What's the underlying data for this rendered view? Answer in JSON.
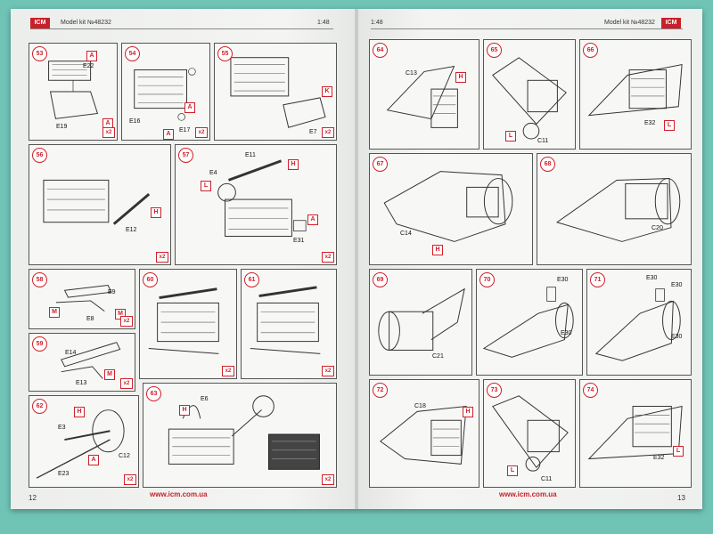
{
  "header": {
    "logo": "ICM",
    "model_kit": "Model kit №48232",
    "scale": "1:48"
  },
  "footer": {
    "url": "www.icm.com.ua"
  },
  "pages": {
    "left_number": "12",
    "right_number": "13"
  },
  "steps": {
    "s53": {
      "num": "53",
      "parts": [
        "E22",
        "E19"
      ],
      "tags": [
        "A",
        "A"
      ],
      "x2": "x2"
    },
    "s54": {
      "num": "54",
      "parts": [
        "E16",
        "E17"
      ],
      "tags": [
        "A",
        "A"
      ],
      "x2": "x2"
    },
    "s55": {
      "num": "55",
      "parts": [
        "E7"
      ],
      "tags": [
        "K"
      ],
      "x2": "x2"
    },
    "s56": {
      "num": "56",
      "parts": [
        "E12"
      ],
      "tags": [
        "H"
      ],
      "x2": "x2"
    },
    "s57": {
      "num": "57",
      "parts": [
        "E11",
        "E4",
        "E31"
      ],
      "tags": [
        "H",
        "L",
        "A"
      ],
      "x2": "x2"
    },
    "s58": {
      "num": "58",
      "parts": [
        "E9",
        "E8"
      ],
      "tags": [
        "M",
        "M"
      ],
      "x2": "x2"
    },
    "s59": {
      "num": "59",
      "parts": [
        "E14",
        "E13"
      ],
      "tags": [
        "M"
      ],
      "x2": "x2"
    },
    "s60": {
      "num": "60",
      "x2": "x2"
    },
    "s61": {
      "num": "61",
      "x2": "x2"
    },
    "s62": {
      "num": "62",
      "parts": [
        "E3",
        "C12",
        "E23"
      ],
      "tags": [
        "H",
        "A"
      ],
      "x2": "x2"
    },
    "s63": {
      "num": "63",
      "parts": [
        "E6"
      ],
      "tags": [
        "H"
      ],
      "x2": "x2"
    },
    "s64": {
      "num": "64",
      "parts": [
        "C13"
      ],
      "tags": [
        "H"
      ]
    },
    "s65": {
      "num": "65",
      "parts": [
        "C11"
      ],
      "tags": [
        "L"
      ]
    },
    "s66": {
      "num": "66",
      "parts": [
        "E32"
      ],
      "tags": [
        "L"
      ]
    },
    "s67": {
      "num": "67",
      "parts": [
        "C14"
      ],
      "tags": [
        "H"
      ]
    },
    "s68": {
      "num": "68",
      "parts": [
        "C20"
      ]
    },
    "s69": {
      "num": "69",
      "parts": [
        "C21"
      ]
    },
    "s70": {
      "num": "70",
      "parts": [
        "E30",
        "E30"
      ]
    },
    "s71": {
      "num": "71",
      "parts": [
        "E30",
        "E30",
        "E30"
      ]
    },
    "s72": {
      "num": "72",
      "parts": [
        "C18"
      ],
      "tags": [
        "H"
      ]
    },
    "s73": {
      "num": "73",
      "parts": [
        "C11"
      ],
      "tags": [
        "L"
      ]
    },
    "s74": {
      "num": "74",
      "parts": [
        "E32"
      ],
      "tags": [
        "L"
      ]
    }
  }
}
